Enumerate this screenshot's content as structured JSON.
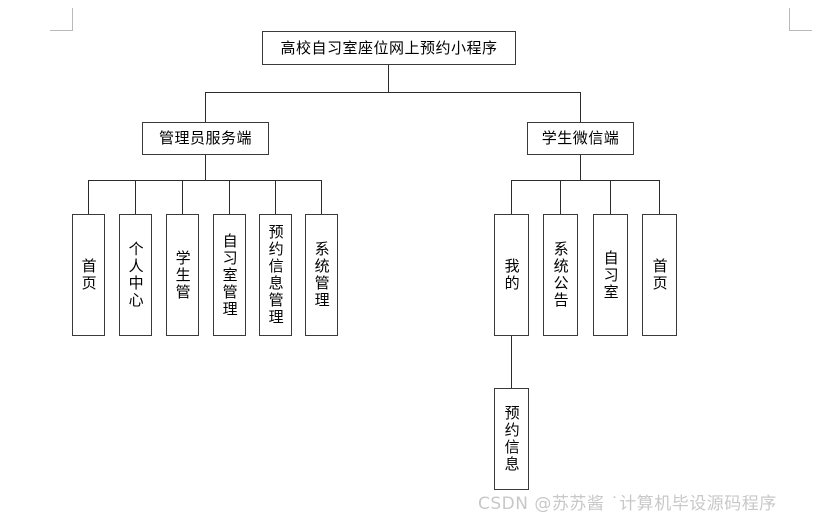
{
  "diagram": {
    "type": "tree-hierarchy",
    "root": {
      "label": "高校自习室座位网上预约小程序"
    },
    "branches": [
      {
        "id": "admin",
        "label": "管理员服务端",
        "children": [
          {
            "label": "首页"
          },
          {
            "label": "个人中心"
          },
          {
            "label": "学生管"
          },
          {
            "label": "自习室管理"
          },
          {
            "label": "预约信息管理"
          },
          {
            "label": "系统管理"
          }
        ]
      },
      {
        "id": "student",
        "label": "学生微信端",
        "children": [
          {
            "label": "我的",
            "children": [
              {
                "label": "预约信息"
              }
            ]
          },
          {
            "label": "系统公告"
          },
          {
            "label": "自习室"
          },
          {
            "label": "首页"
          }
        ]
      }
    ]
  },
  "watermark": {
    "text": "CSDN @苏苏酱  ˙计算机毕设源码程序"
  },
  "colors": {
    "line": "#2b2b2b",
    "box_border": "#3a3a3a",
    "background": "#ffffff",
    "watermark": "#c8c8c8",
    "corner_mark": "#b9b9b9"
  }
}
